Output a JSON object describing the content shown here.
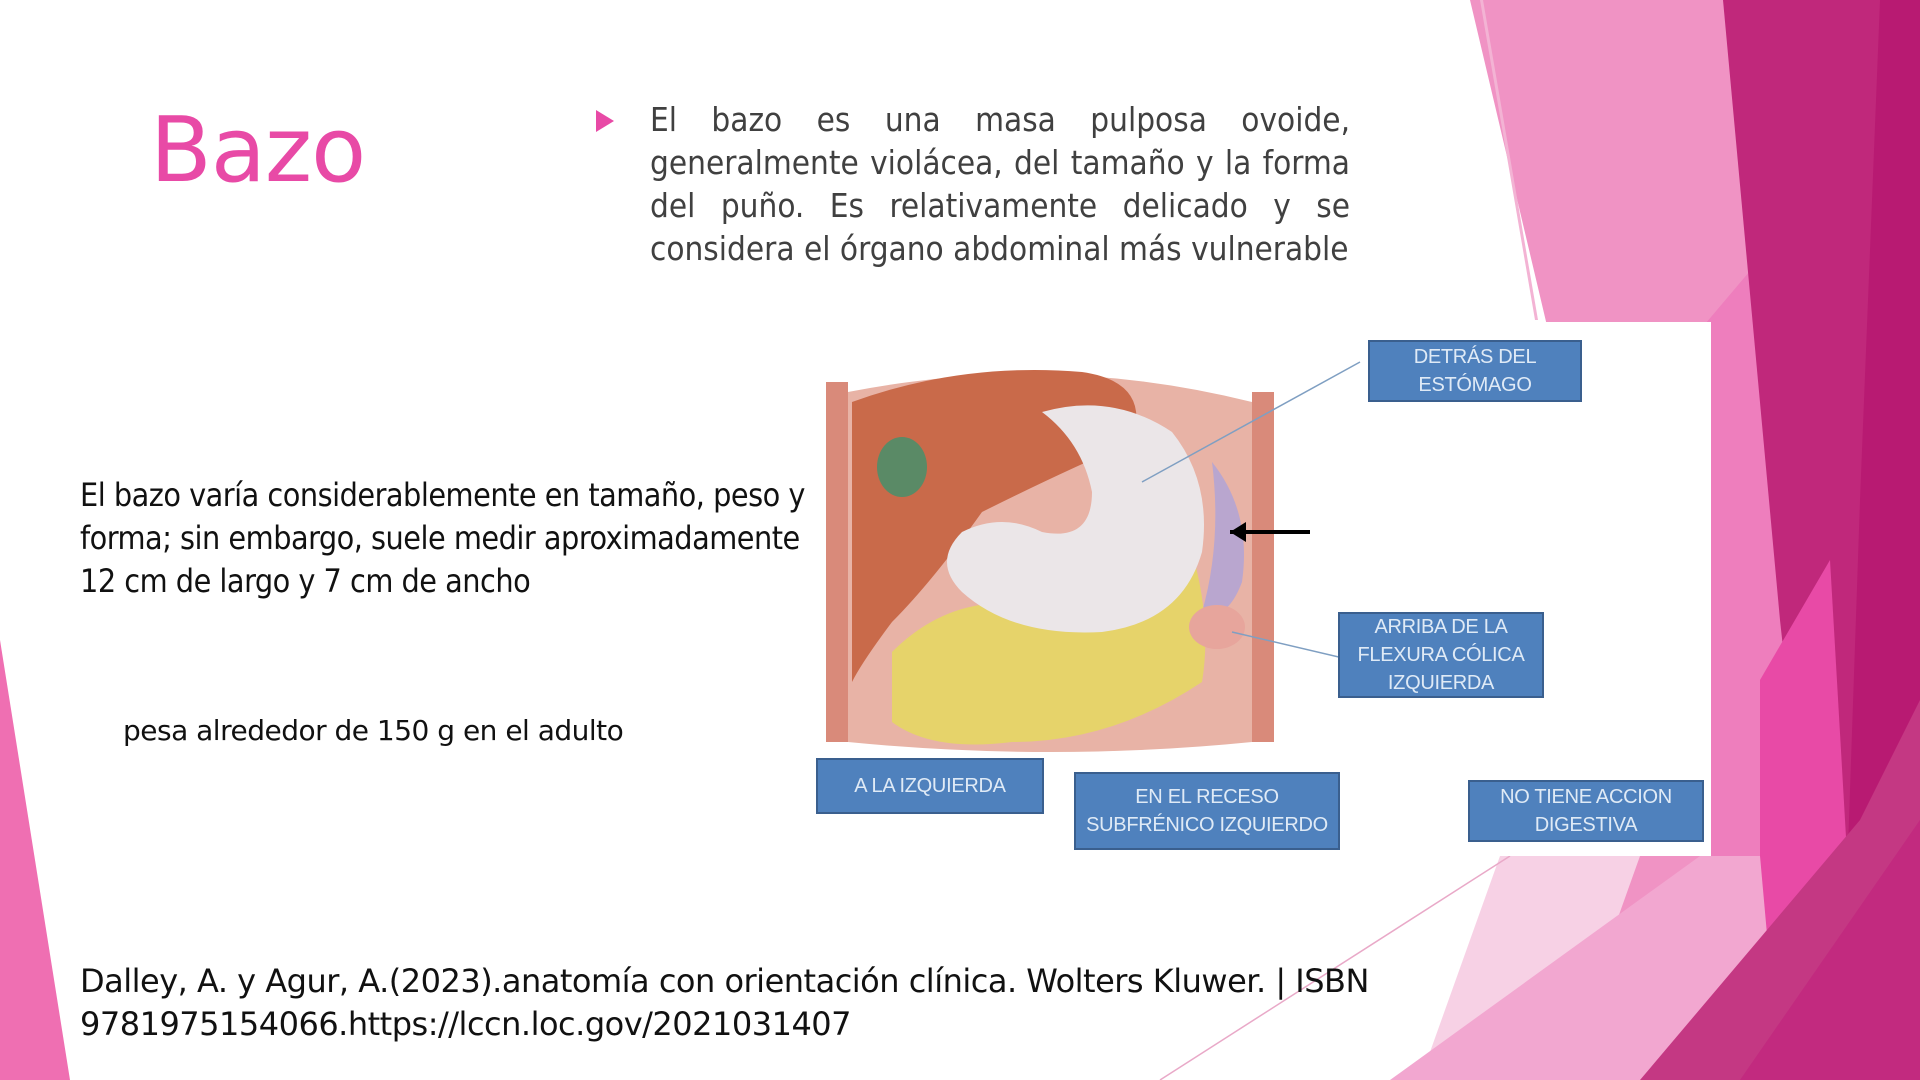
{
  "slide": {
    "title": "Bazo",
    "bullet": {
      "icon": "triangle-bullet-icon",
      "text": "El bazo es una masa pulposa ovoide, generalmente violácea, del tamaño y la forma del puño. Es relativamente delicado y se considera el órgano abdominal más vulnerable"
    },
    "size_paragraph": "El bazo varía considerablemente en tamaño, peso y forma; sin embargo, suele medir aproximadamente 12 cm de largo y 7 cm de ancho",
    "weight_note": "pesa alrededor de 150 g en el adulto",
    "figure": {
      "illustration": "anatomy-illustration-stomach-spleen",
      "labels": {
        "behind_stomach": "DETRÁS DEL ESTÓMAGO",
        "above_colic_flexure": "ARRIBA DE LA FLEXURA CÓLICA IZQUIERDA",
        "to_the_left": "A LA IZQUIERDA",
        "subphrenic_recess": "EN EL RECESO SUBFRÉNICO IZQUIERDO",
        "no_digestive_action": "NO TIENE ACCION DIGESTIVA"
      }
    },
    "citation": "Dalley, A. y Agur, A.(2023).anatomía con orientación clínica. Wolters Kluwer. | ISBN 9781975154066.https://lccn.loc.gov/2021031407"
  },
  "theme": {
    "accent": "#e84aa6",
    "label_box_fill": "#4f81bd",
    "label_box_text": "#dfeaf6",
    "pink_light": "#f093c4",
    "pink_mid": "#ee7ebd",
    "magenta_dark": "#c0287b",
    "magenta_deep": "#b81a72"
  }
}
